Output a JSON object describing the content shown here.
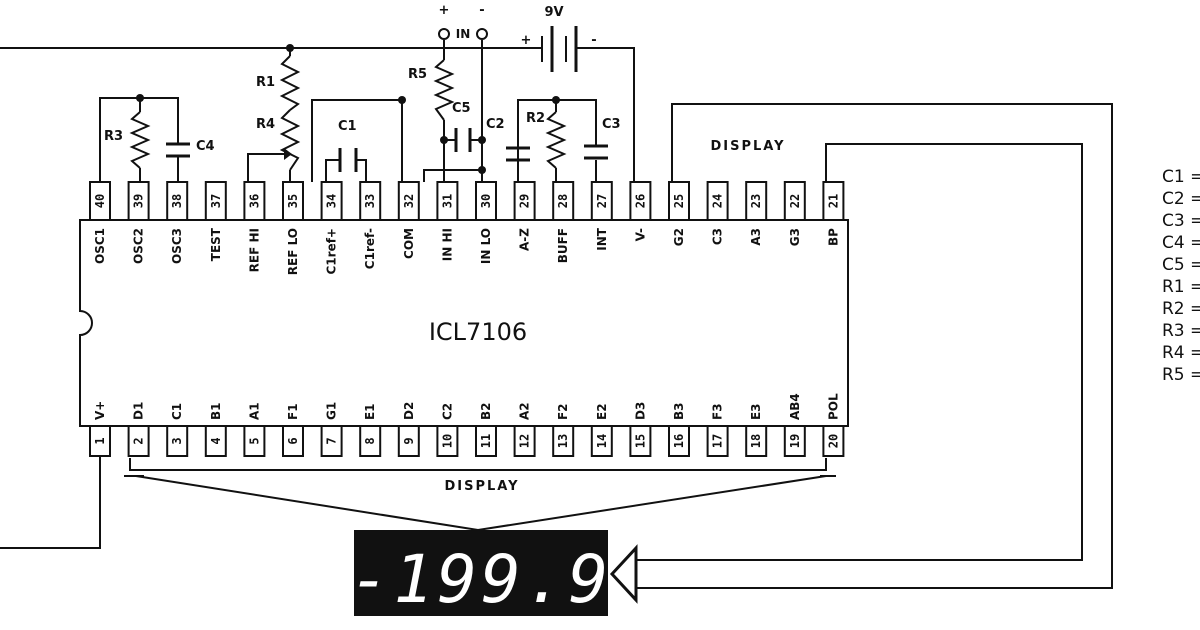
{
  "chip": {
    "name": "ICL7106",
    "top_pins": [
      {
        "num": "40",
        "label": "OSC1"
      },
      {
        "num": "39",
        "label": "OSC2"
      },
      {
        "num": "38",
        "label": "OSC3"
      },
      {
        "num": "37",
        "label": "TEST"
      },
      {
        "num": "36",
        "label": "REF HI"
      },
      {
        "num": "35",
        "label": "REF LO"
      },
      {
        "num": "34",
        "label": "C1ref+"
      },
      {
        "num": "33",
        "label": "C1ref-"
      },
      {
        "num": "32",
        "label": "COM"
      },
      {
        "num": "31",
        "label": "IN HI"
      },
      {
        "num": "30",
        "label": "IN LO"
      },
      {
        "num": "29",
        "label": "A-Z"
      },
      {
        "num": "28",
        "label": "BUFF"
      },
      {
        "num": "27",
        "label": "INT"
      },
      {
        "num": "26",
        "label": "V-"
      },
      {
        "num": "25",
        "label": "G2"
      },
      {
        "num": "24",
        "label": "C3"
      },
      {
        "num": "23",
        "label": "A3"
      },
      {
        "num": "22",
        "label": "G3"
      },
      {
        "num": "21",
        "label": "BP"
      }
    ],
    "bottom_pins": [
      {
        "num": "1",
        "label": "V+"
      },
      {
        "num": "2",
        "label": "D1"
      },
      {
        "num": "3",
        "label": "C1"
      },
      {
        "num": "4",
        "label": "B1"
      },
      {
        "num": "5",
        "label": "A1"
      },
      {
        "num": "6",
        "label": "F1"
      },
      {
        "num": "7",
        "label": "G1"
      },
      {
        "num": "8",
        "label": "E1"
      },
      {
        "num": "9",
        "label": "D2"
      },
      {
        "num": "10",
        "label": "C2"
      },
      {
        "num": "11",
        "label": "B2"
      },
      {
        "num": "12",
        "label": "A2"
      },
      {
        "num": "13",
        "label": "F2"
      },
      {
        "num": "14",
        "label": "E2"
      },
      {
        "num": "15",
        "label": "D3"
      },
      {
        "num": "16",
        "label": "B3"
      },
      {
        "num": "17",
        "label": "F3"
      },
      {
        "num": "18",
        "label": "E3"
      },
      {
        "num": "19",
        "label": "AB4"
      },
      {
        "num": "20",
        "label": "POL"
      }
    ]
  },
  "labels": {
    "display_top": "DISPLAY",
    "display_bottom": "DISPLAY",
    "battery": "9V",
    "input": "IN",
    "plus": "+",
    "minus": "-",
    "r1": "R1",
    "r2": "R2",
    "r3": "R3",
    "r4": "R4",
    "r5": "R5",
    "c1": "C1",
    "c2": "C2",
    "c3": "C3",
    "c4": "C4",
    "c5": "C5"
  },
  "lcd": {
    "reading": "-199.9"
  },
  "legend": [
    "C1",
    "C2",
    "C3",
    "C4",
    "C5",
    "R1",
    "R2",
    "R3",
    "R4",
    "R5"
  ]
}
